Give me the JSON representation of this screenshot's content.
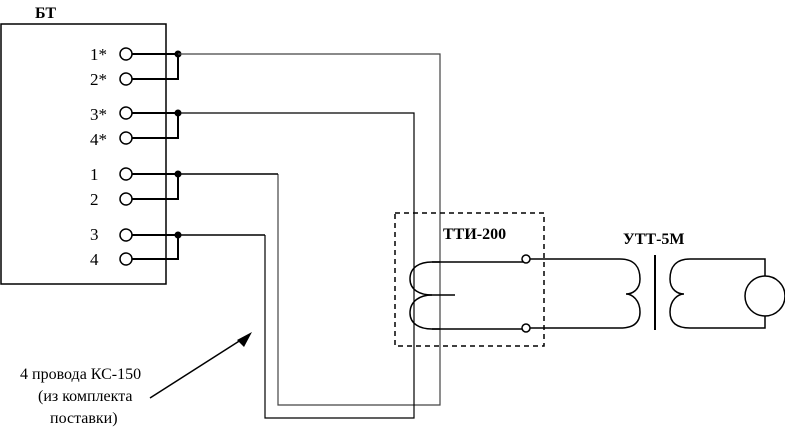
{
  "block": {
    "title": "БТ"
  },
  "terminals": [
    {
      "label": "1*"
    },
    {
      "label": "2*"
    },
    {
      "label": "3*"
    },
    {
      "label": "4*"
    },
    {
      "label": "1"
    },
    {
      "label": "2"
    },
    {
      "label": "3"
    },
    {
      "label": "4"
    }
  ],
  "tti": {
    "title": "ТТИ-200"
  },
  "utt": {
    "title": "УТТ-5М"
  },
  "note": {
    "line1": "4 провода КС-150",
    "line2": "(из комплекта",
    "line3": "поставки)"
  }
}
